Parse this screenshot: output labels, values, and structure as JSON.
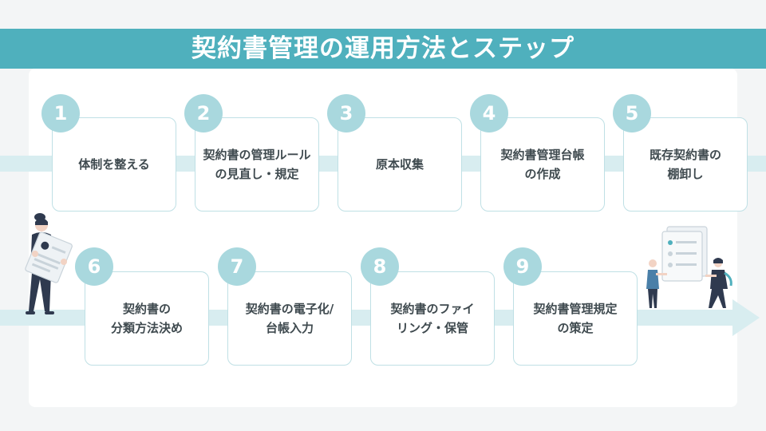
{
  "title": "契約書管理の運用方法とステップ",
  "colors": {
    "banner": "#4fb0bd",
    "band": "#d8edf0",
    "badge": "#a9d8de",
    "border": "#bfe0e5",
    "figure": "#2f3a4f",
    "accent": "#4fb0bd"
  },
  "steps": [
    {
      "number": "1",
      "label": "体制を整える"
    },
    {
      "number": "2",
      "label": "契約書の管理ルール\nの見直し・規定"
    },
    {
      "number": "3",
      "label": "原本収集"
    },
    {
      "number": "4",
      "label": "契約書管理台帳\nの作成"
    },
    {
      "number": "5",
      "label": "既存契約書の\n棚卸し"
    },
    {
      "number": "6",
      "label": "契約書の\n分類方法決め"
    },
    {
      "number": "7",
      "label": "契約書の電子化/\n台帳入力"
    },
    {
      "number": "8",
      "label": "契約書のファイ\nリング・保管"
    },
    {
      "number": "9",
      "label": "契約書管理規定\nの策定"
    }
  ],
  "illustrations": [
    "person-holding-document-icon",
    "people-with-checklist-icon"
  ]
}
